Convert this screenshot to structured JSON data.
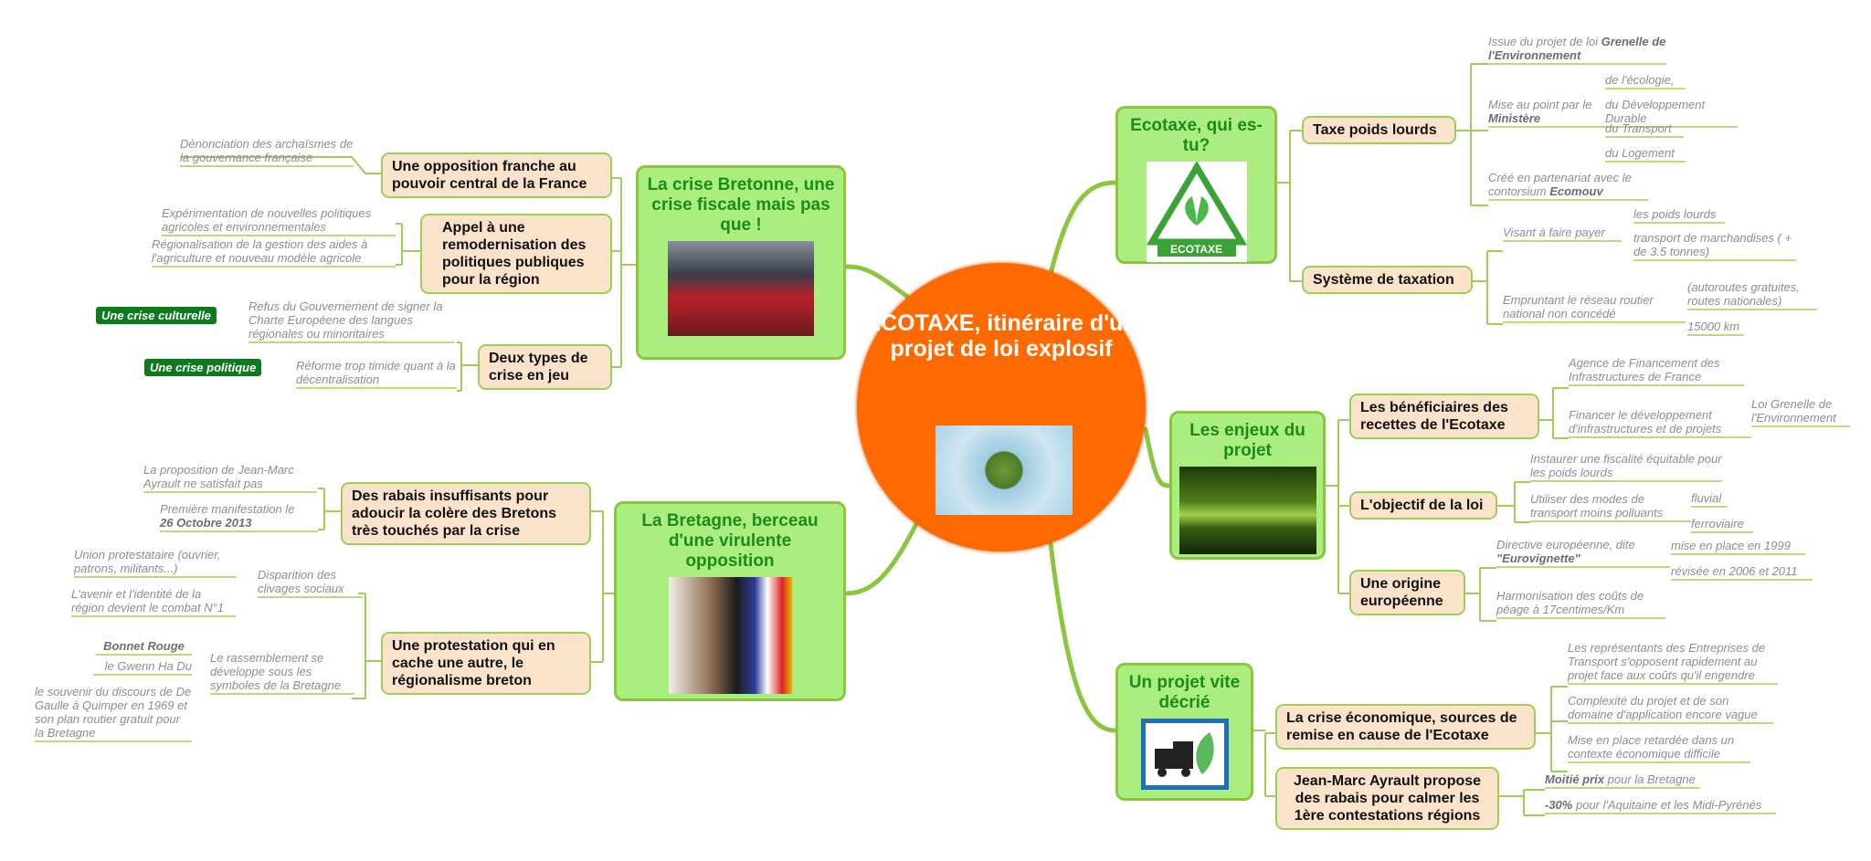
{
  "center": {
    "title": "ECOTAXE, itinéraire d'un projet de loi explosif"
  },
  "branches": {
    "crise_bretonne": {
      "title": "La crise Bretonne, une crise fiscale mais pas que !",
      "subs": {
        "opposition": {
          "label": "Une opposition franche au pouvoir central de la France",
          "leaves": [
            "Dénonciation des archaïsmes de la gouvernance française"
          ]
        },
        "appel": {
          "label": "Appel à une remodernisation des politiques publiques pour la région",
          "leaves": [
            "Expérimentation de nouvelles politiques agricoles et environnementales",
            "Régionalisation de la gestion des aides à l'agriculture et nouveau modèle agricole"
          ]
        },
        "deux_types": {
          "label": "Deux types de crise en jeu",
          "leaves": [
            "Refus du Gouvernement de signer la Charte Européene des langues régionales ou minoritaires",
            "Réforme trop timide quant à la décentralisation"
          ],
          "badges": [
            "Une crise culturelle",
            "Une crise politique"
          ]
        }
      }
    },
    "bretagne_berceau": {
      "title": "La Bretagne, berceau d'une virulente opposition",
      "subs": {
        "rabais": {
          "label": "Des rabais insuffisants pour adoucir la colère des Bretons très touchés par la crise",
          "leaves": [
            "La proposition de Jean-Marc Ayrault ne satisfait pas",
            "Première manifestation le",
            "26 Octobre 2013"
          ]
        },
        "protestation": {
          "label": "Une protestation qui en cache une autre, le régionalisme breton",
          "leaves": [
            "Disparition des clivages sociaux",
            "Union protestataire (ouvrier, patrons, militants...)",
            "L'avenir et l'identité de la région devient le combat N°1",
            "Le rassemblement se développe sous les symboles de la Bretagne",
            "Bonnet Rouge",
            "le Gwenn Ha Du",
            "le souvenir du discours de De Gaulle à Quimper en 1969 et son plan routier gratuit pour la Bretagne"
          ]
        }
      }
    },
    "ecotaxe_qui": {
      "title": "Ecotaxe, qui es-tu?",
      "logo_text": "ECOTAXE",
      "subs": {
        "taxe": {
          "label": "Taxe poids lourds",
          "leaves": [
            "Issue du projet de loi",
            "Grenelle de l'Environnement",
            "Mise au point par le",
            "Ministère",
            "de l'écologie,",
            "du Développement Durable",
            "du Transport",
            "du Logement",
            "Créé en partenariat avec le contorsium",
            "Ecomouv"
          ]
        },
        "systeme": {
          "label": "Système de taxation",
          "leaves": [
            "Visant à faire payer",
            "les poids lourds",
            "transport de marchandises ( + de 3.5 tonnes)",
            "Empruntant le réseau routier national non concédé",
            "(autoroutes gratuites, routes nationales)",
            "15000 km"
          ]
        }
      }
    },
    "enjeux": {
      "title": "Les enjeux du projet",
      "subs": {
        "beneficiaires": {
          "label": "Les bénéficiaires des recettes de l'Ecotaxe",
          "leaves": [
            "Agence de Financement des Infrastructures de France",
            "Financer le développement d'infrastructures et de projets",
            "Loi Grenelle de l'Environnement"
          ]
        },
        "objectif": {
          "label": "L'objectif de la loi",
          "leaves": [
            "Instaurer une fiscalité équitable pour les poids lourds",
            "Utiliser des modes de transport moins polluants",
            "fluvial",
            "ferroviaire"
          ]
        },
        "origine": {
          "label": "Une origine européenne",
          "leaves": [
            "Directive européenne, dite",
            "\"Eurovignette\"",
            "mise en place en 1999",
            "révisée en 2006 et 2011",
            "Harmonisation des coûts de péage à 17centimes/Km"
          ]
        }
      }
    },
    "decrie": {
      "title": "Un projet vite décrié",
      "subs": {
        "crise_eco": {
          "label": "La crise économique, sources de remise en cause de l'Ecotaxe",
          "leaves": [
            "Les représentants des Entreprises de Transport s'opposent rapidement au projet face aux coûts qu'il engendre",
            "Complexité du projet et de son domaine d'application encore vague",
            "Mise en place retardée dans un contexte économique difficile"
          ]
        },
        "ayrault": {
          "label": "Jean-Marc Ayrault propose des rabais pour calmer les 1ère contestations régions",
          "leaves": [
            "Moitié prix",
            "pour la Bretagne",
            "-30%",
            "pour l'Aquitaine et les Midi-Pyrénés"
          ]
        }
      }
    }
  },
  "colors": {
    "center": "#ff6a00",
    "main_fill": "#aaee80",
    "sub_fill": "#fbe3cb",
    "line": "#8cc63f",
    "badge": "#0e7a1e"
  }
}
